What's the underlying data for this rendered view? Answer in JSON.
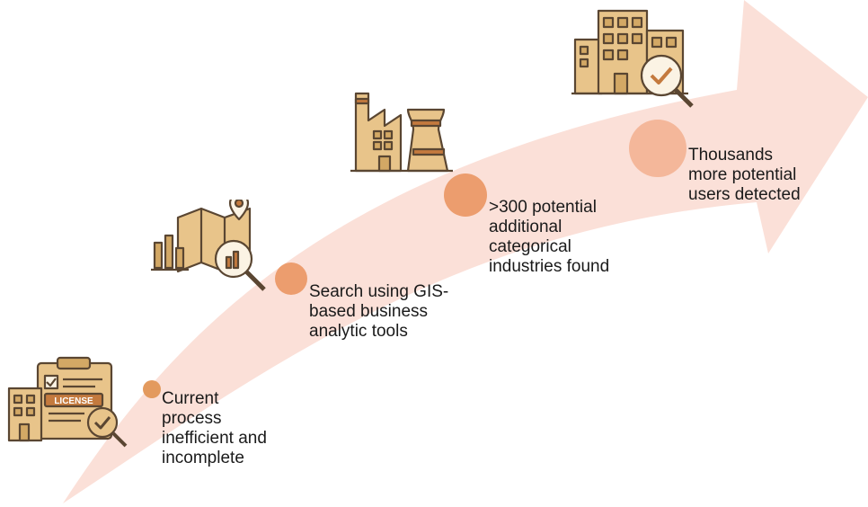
{
  "diagram": {
    "colors": {
      "arrow": "#fbe0d8",
      "dot_small": "#e39a5e",
      "dot_mid": "#ec9d6e",
      "dot_large": "#f4b79a",
      "icon_fill": "#e8c48a",
      "icon_fill_dark": "#d3a865",
      "icon_stroke": "#5a4632",
      "icon_accent": "#c47a3e"
    },
    "steps": [
      {
        "text": "Current\nprocess\ninefficient and\nincomplete",
        "icon": "license-building-check-icon"
      },
      {
        "text": "Search using GIS-\nbased business\nanalytic tools",
        "icon": "map-analytics-magnifier-icon"
      },
      {
        "text": ">300 potential\nadditional\ncategorical\nindustries found",
        "icon": "factory-icon"
      },
      {
        "text": "Thousands\nmore potential\nusers detected",
        "icon": "buildings-check-magnifier-icon"
      }
    ],
    "license_text": "LICENSE"
  }
}
